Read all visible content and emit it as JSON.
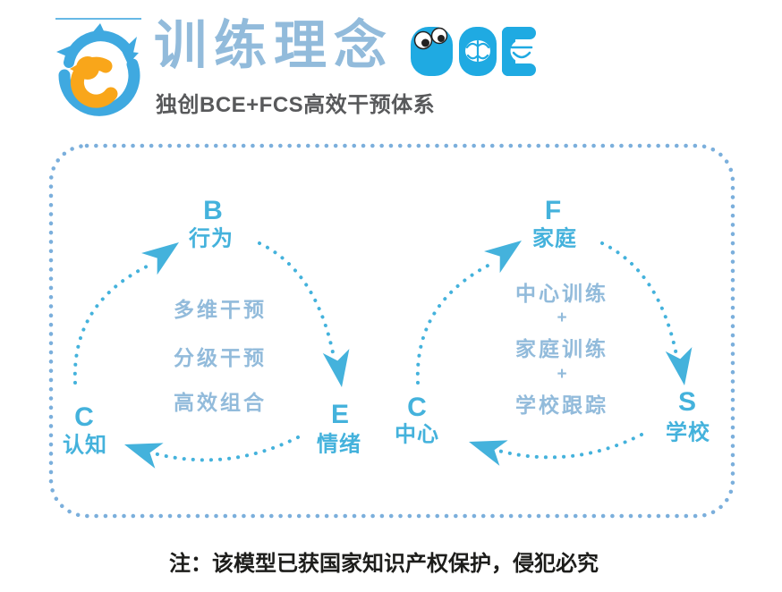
{
  "header": {
    "title": "训练理念",
    "brand": "BCE",
    "subtitle": "独创BCE+FCS高效干预体系"
  },
  "diagram": {
    "left_cycle": {
      "top": {
        "letter": "B",
        "label": "行为"
      },
      "bottom_left": {
        "letter": "C",
        "label": "认知"
      },
      "bottom_right": {
        "letter": "E",
        "label": "情绪"
      },
      "center_lines": [
        "多维干预",
        "分级干预",
        "高效组合"
      ]
    },
    "right_cycle": {
      "top": {
        "letter": "F",
        "label": "家庭"
      },
      "bottom_left": {
        "letter": "C",
        "label": "中心"
      },
      "bottom_right": {
        "letter": "S",
        "label": "学校"
      },
      "center_lines": [
        "中心训练",
        "+",
        "家庭训练",
        "+",
        "学校跟踪"
      ]
    }
  },
  "footer": {
    "note": "注：该模型已获国家知识产权保护，侵犯必究"
  },
  "colors": {
    "accent_bright_blue": "#44B2DC",
    "accent_muted_blue": "#92BBDB",
    "bce_logo_cyan": "#1FAAE2",
    "dolphin_blue": "#3FA9E0",
    "dolphin_orange": "#F9A61A",
    "subtitle_gray": "#58595B",
    "border_dot_blue": "#7BAFDC",
    "note_black": "#1D1D1B"
  }
}
